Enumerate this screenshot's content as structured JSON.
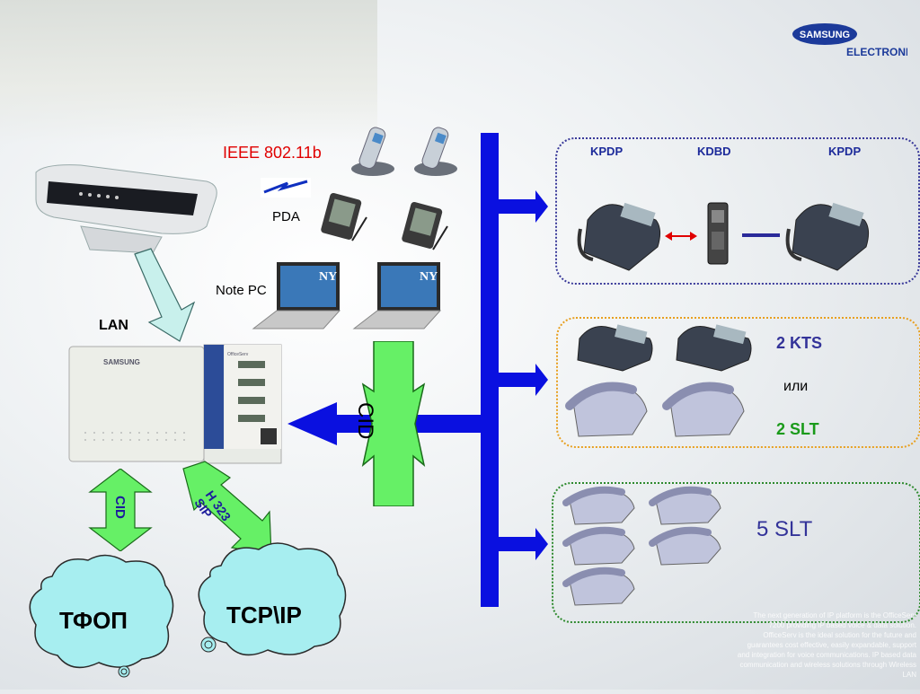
{
  "logo": {
    "brand": "SAMSUNG",
    "sub": "ELECTRONICS"
  },
  "labels": {
    "wifi": "IEEE 802.11b",
    "pda": "PDA",
    "notepc": "Note PC",
    "lan": "LAN",
    "cid_big": "CID",
    "cid_small": "CID",
    "h323": "H 323\nSIP",
    "pstn": "ТФОП",
    "tcpip": "TCP\\IP"
  },
  "groups": {
    "top": {
      "kpdp1": "KPDP",
      "kdbd": "KDBD",
      "kpdp2": "KPDP"
    },
    "mid": {
      "kts": "2 KTS",
      "or": "или",
      "slt": "2 SLT"
    },
    "bottom": {
      "slt5": "5 SLT"
    }
  },
  "device": {
    "brand": "SAMSUNG",
    "model": "OfficeServ"
  },
  "colors": {
    "bus": "#0a10e0",
    "green_arrow": "#66f066",
    "light_arrow": "#c8f0ec",
    "cloud": "#a7eef0",
    "red": "#e00000",
    "purple": "#333399",
    "green_text": "#1a9a1a"
  },
  "footnote": "The next generation of IP platform is the OfficeServ 7200 providing IP based voice & data solution. OfficeServ is the ideal solution for the future and guarantees cost effective, easily expandable, support and integration for voice communications. IP based data communication and wireless solutions through Wireless LAN"
}
